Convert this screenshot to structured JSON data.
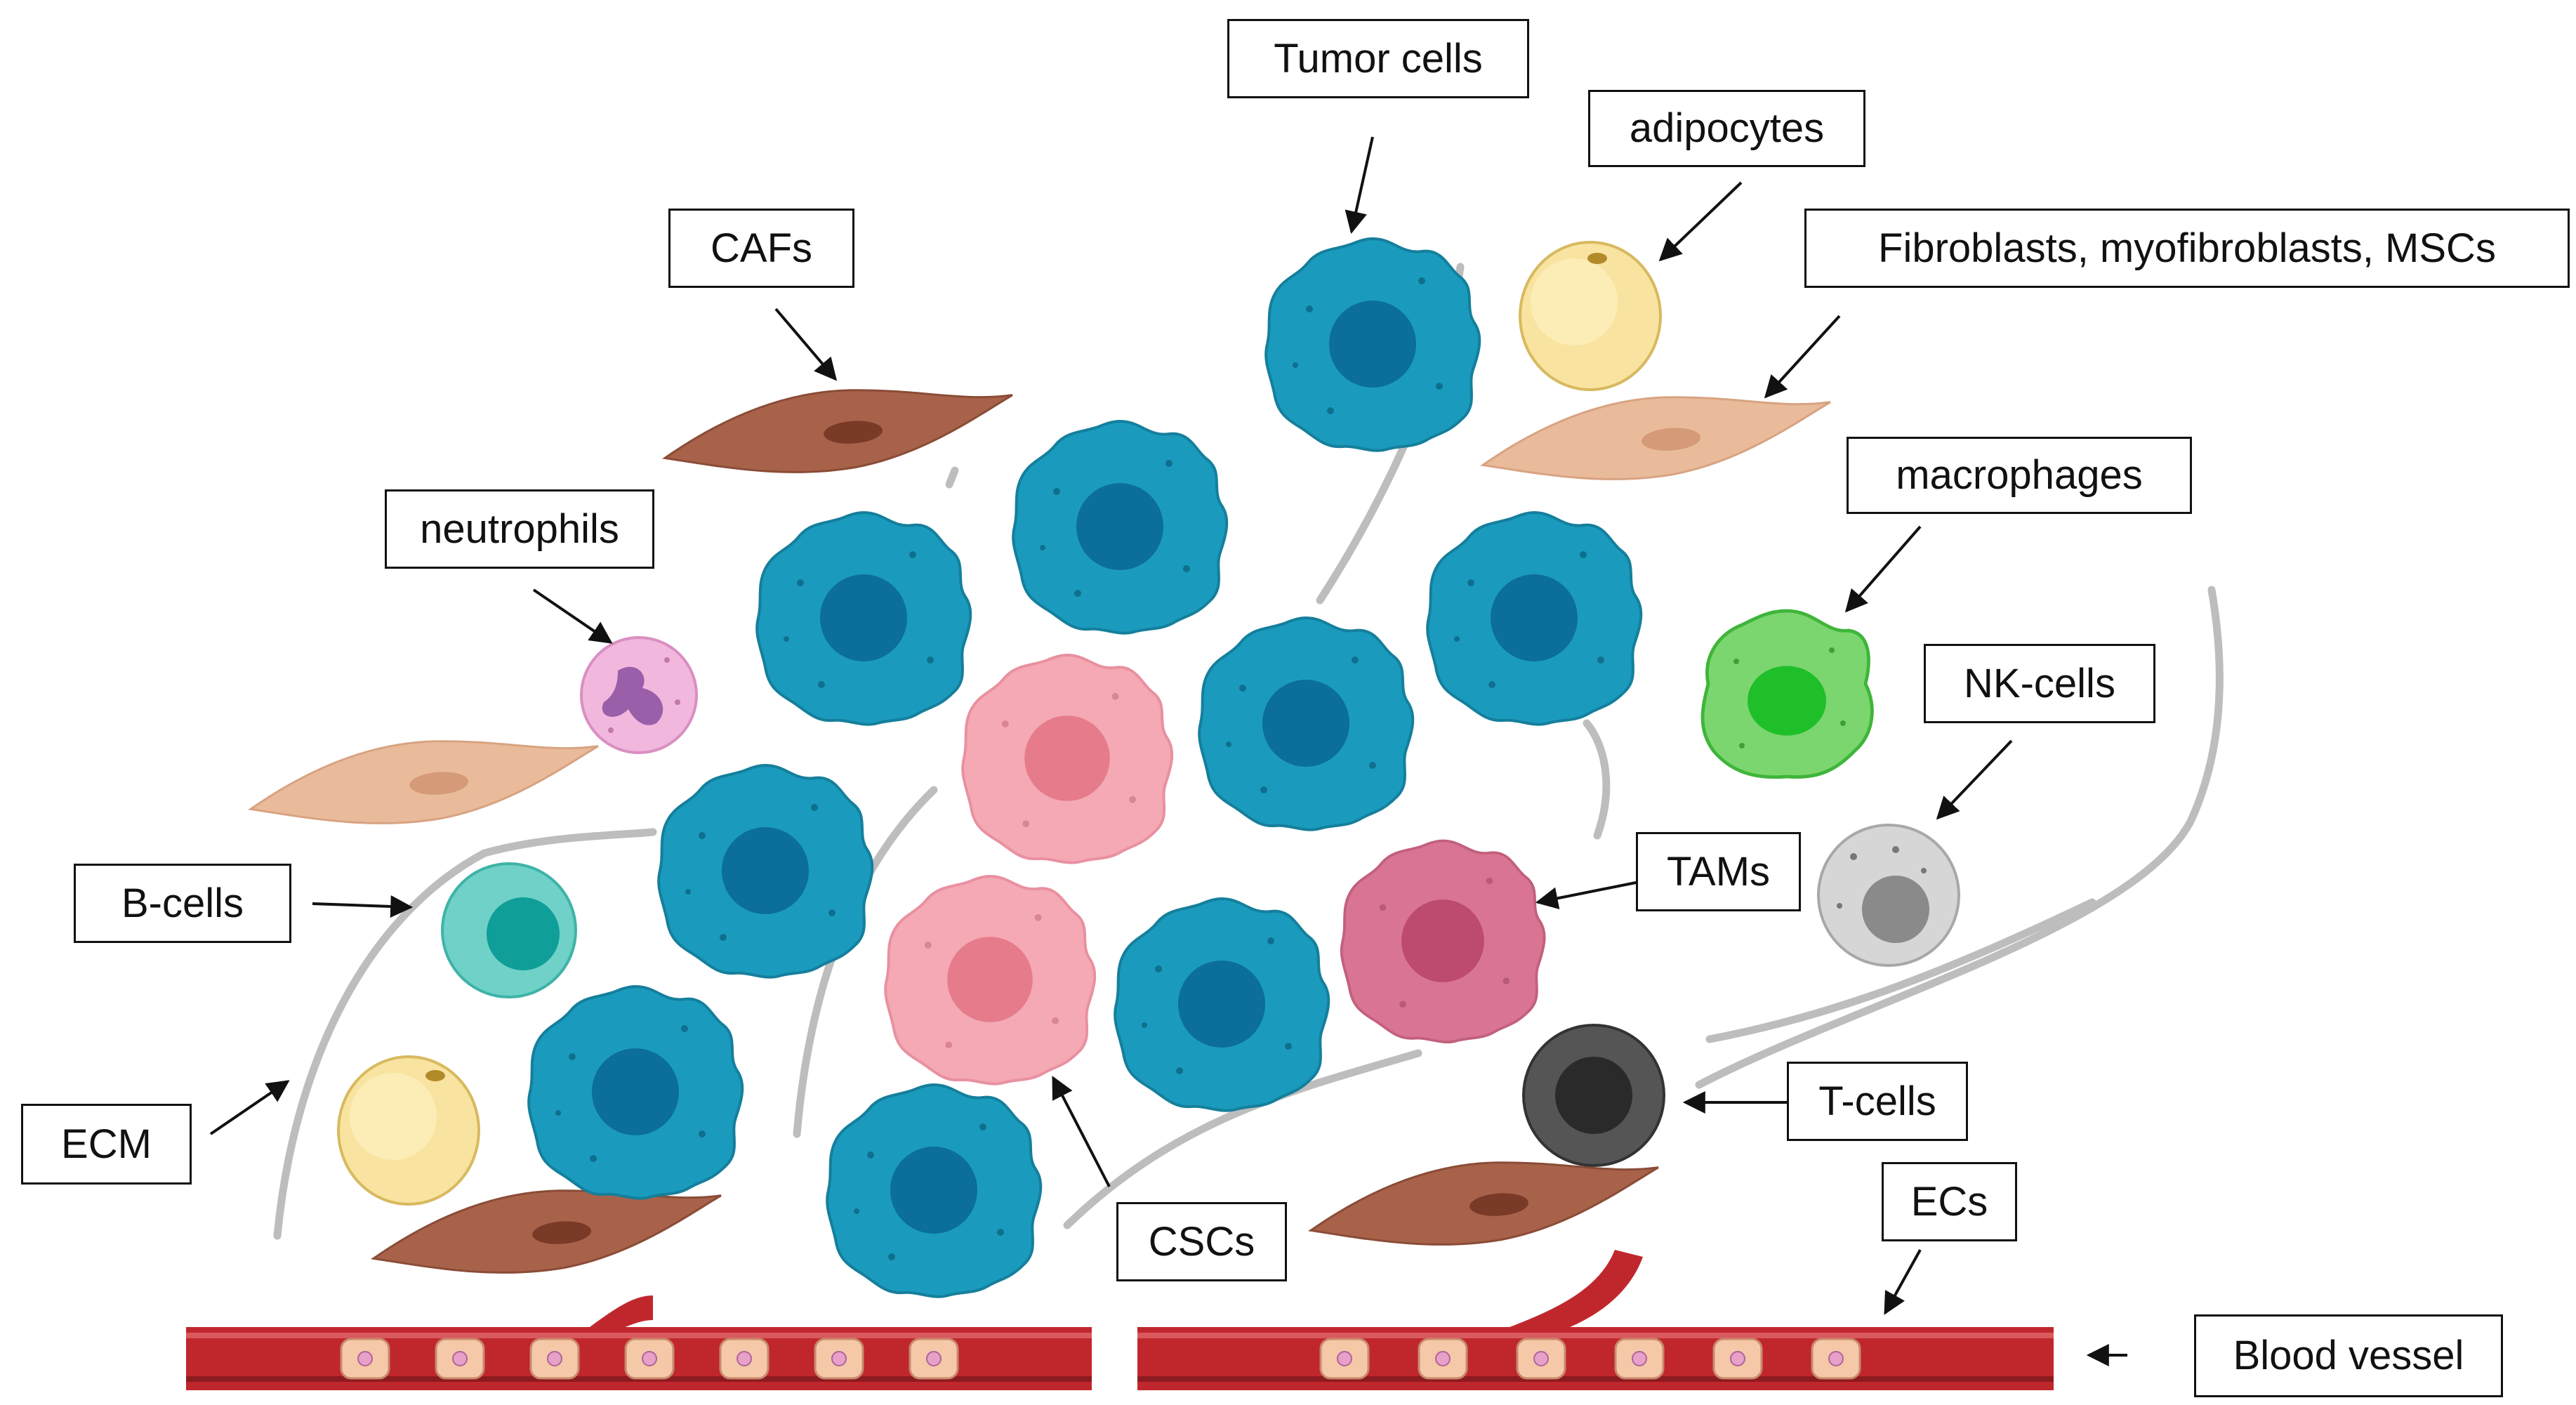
{
  "labels": {
    "tumor_cells": "Tumor cells",
    "adipocytes": "adipocytes",
    "fibroblasts": "Fibroblasts, myofibroblasts, MSCs",
    "cafs": "CAFs",
    "macrophages": "macrophages",
    "neutrophils": "neutrophils",
    "nk_cells": "NK-cells",
    "tams": "TAMs",
    "b_cells": "B-cells",
    "ecm": "ECM",
    "t_cells": "T-cells",
    "ecs": "ECs",
    "cscs": "CSCs",
    "blood_vessel": "Blood vessel"
  },
  "colors": {
    "tumor_cell": "#1a9bbd",
    "tumor_nucleus": "#0c6e9a",
    "csc": "#f4a9b4",
    "csc_nucleus": "#e67b8b",
    "caf": "#a8624a",
    "fibroblast": "#e9bb9b",
    "adipocyte": "#f8e4a0",
    "macrophage": "#7bd66f",
    "macrophage_nucleus": "#1fbf2a",
    "neutrophil": "#f2b7dd",
    "nk_cell": "#d6d6d6",
    "tam": "#d97593",
    "b_cell": "#6fd1c8",
    "t_cell": "#444444",
    "ecm_fiber": "#bdbdbd",
    "vessel": "#c0272d",
    "endothelial": "#f5c8a8"
  }
}
